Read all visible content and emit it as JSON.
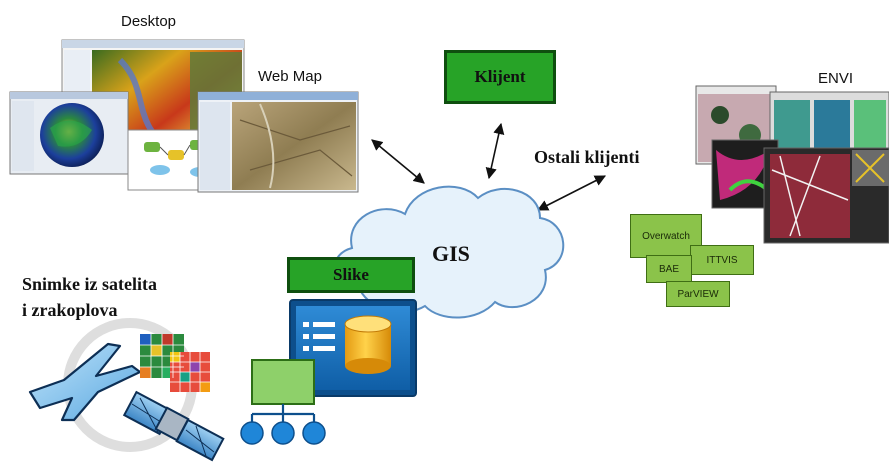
{
  "labels": {
    "desktop": "Desktop",
    "web_map": "Web Map",
    "klijent": "Klijent",
    "envi": "ENVI",
    "ostali_klijenti": "Ostali klijenti",
    "gis": "GIS",
    "slike": "Slike",
    "snimke_line1": "Snimke iz satelita",
    "snimke_line2": "i zrakoplova"
  },
  "vendors": {
    "overwatch": "Overwatch",
    "bae": "BAE",
    "ittvis": "ITTVIS",
    "parview": "ParVIEW"
  },
  "colors": {
    "green_box": "#27a327",
    "green_border": "#0f4f0f",
    "cloud_fill": "#e6f2fb",
    "cloud_stroke": "#5b8fc4",
    "vendor_green": "#8bc34a",
    "slide_blue": "#1a6fb5"
  }
}
